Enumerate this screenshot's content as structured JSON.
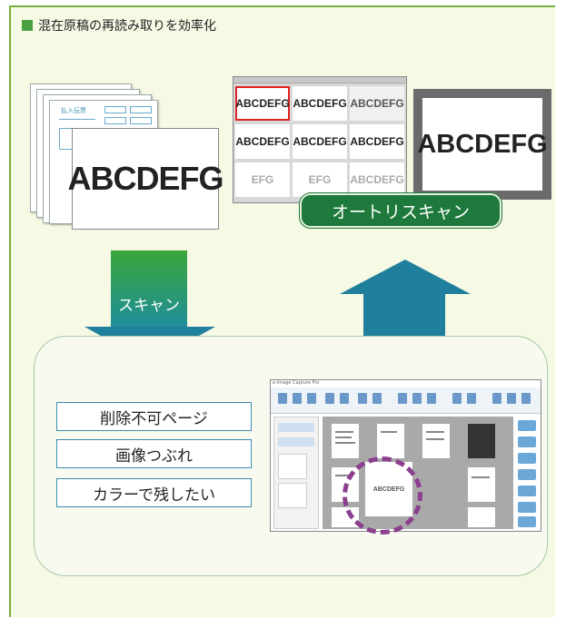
{
  "heading": "混在原稿の再読み取りを効率化",
  "documents": {
    "form_title": "払入伝票",
    "big_text": "ABCDEFG"
  },
  "grid": {
    "cells": [
      "ABCDEFG",
      "ABCDEFG",
      "ABCDEFG",
      "ABCDEFG",
      "ABCDEFG",
      "ABCDEFG",
      "EFG",
      "EFG",
      "ABCDEFG"
    ]
  },
  "result_text": "ABCDEFG",
  "auto_rescan_label": "オートリスキャン",
  "scan_label": "スキャン",
  "reasons": [
    "削除不可ページ",
    "画像つぶれ",
    "カラーで残したい"
  ],
  "app": {
    "title": "e-image Capture Pro",
    "selected_page_text": "ABCDEFG"
  },
  "colors": {
    "heading_square": "#49a040",
    "auto_button": "#1e7a3c",
    "arrow": "#1f7f9c",
    "circle": "#8b3f8e",
    "selected_border": "#dd2222"
  }
}
